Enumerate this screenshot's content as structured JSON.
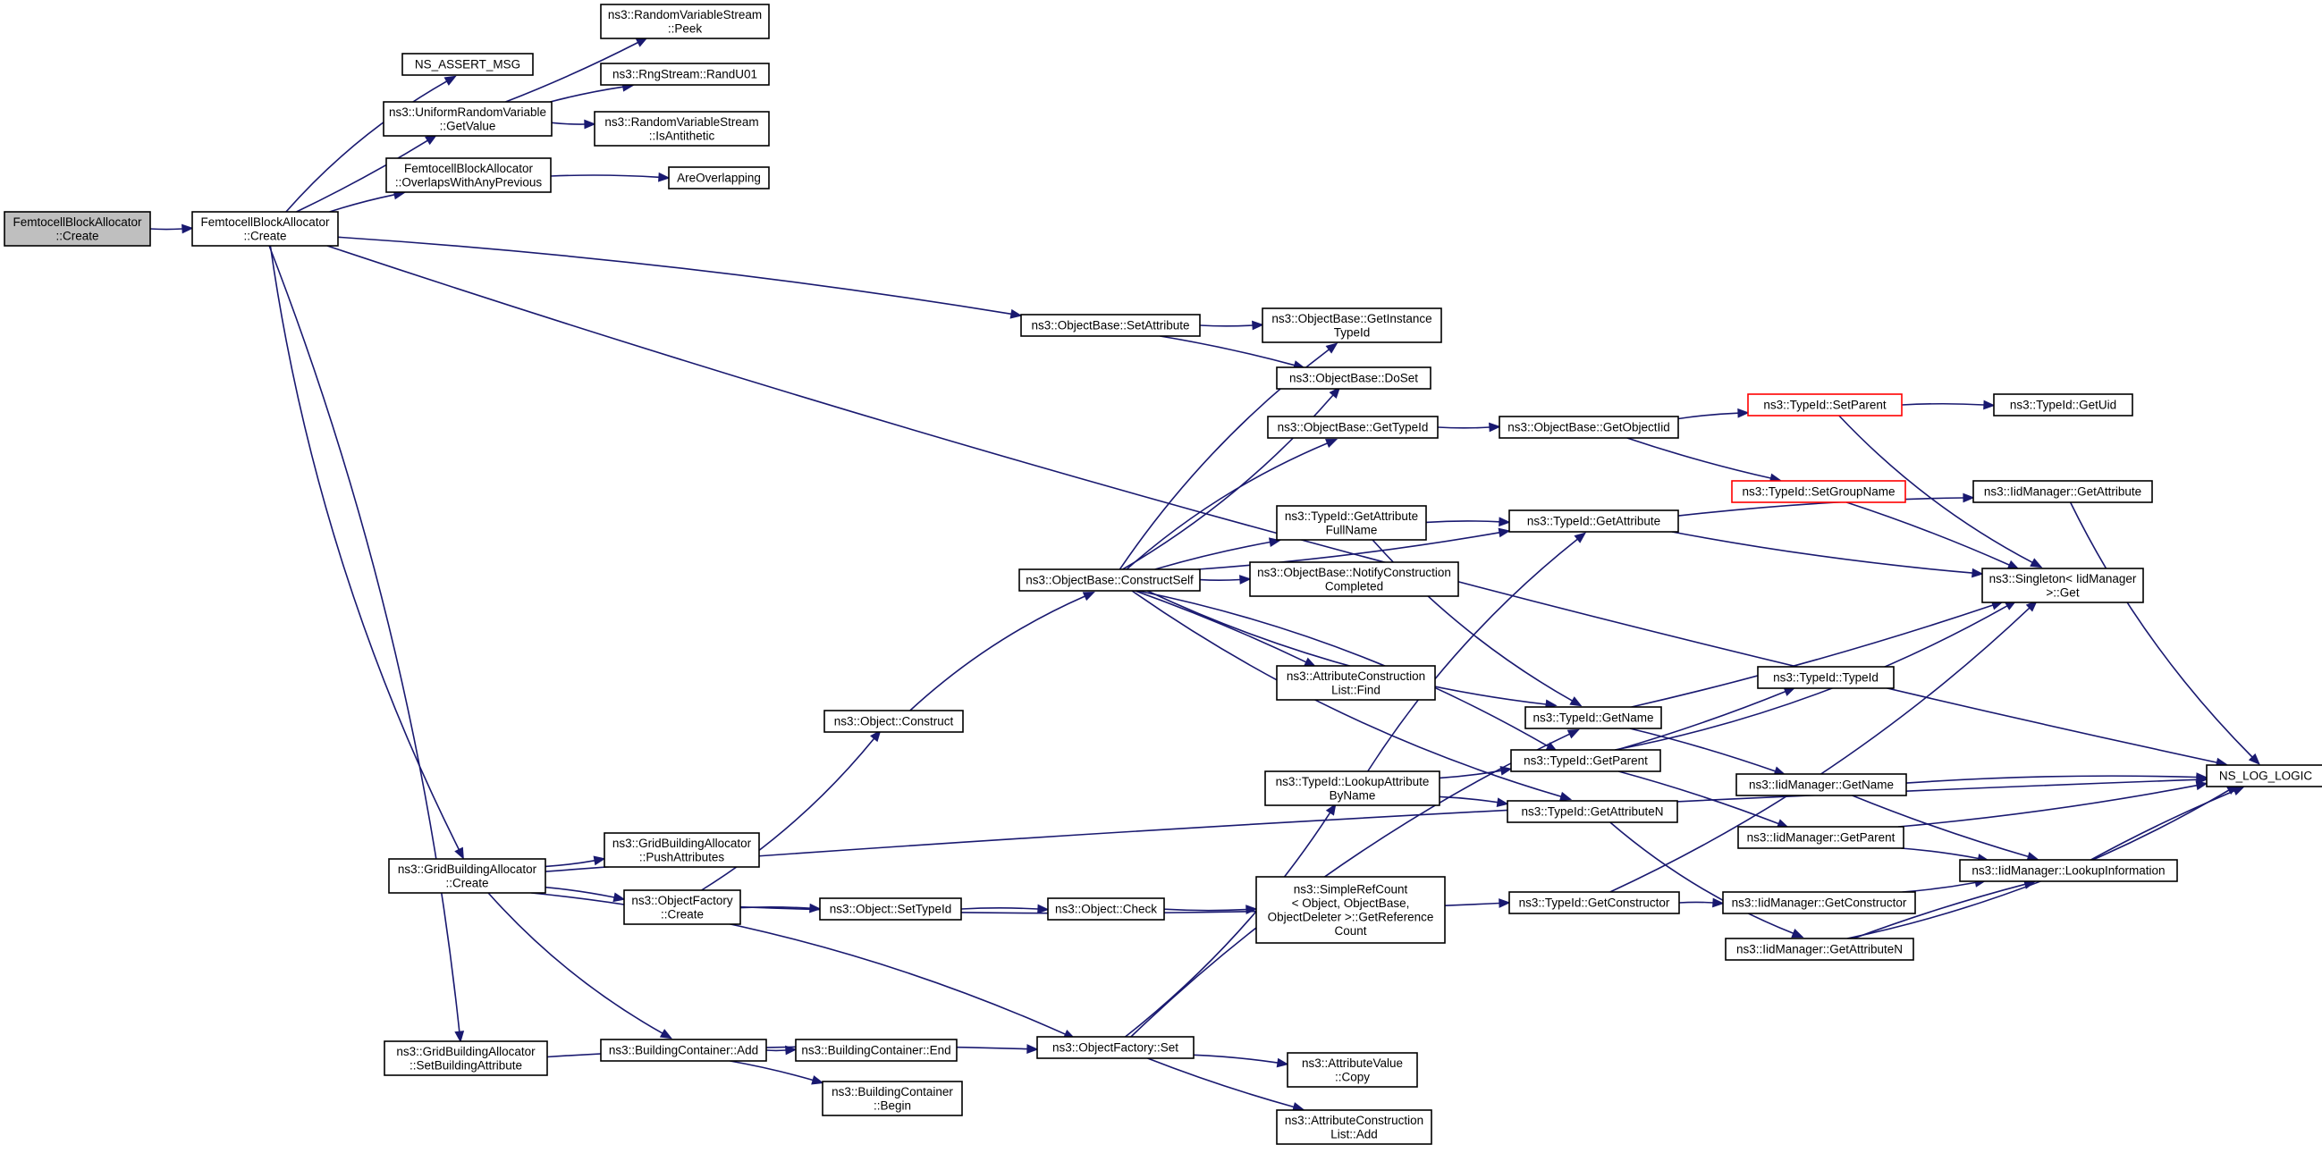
{
  "diagram": {
    "nodes": [
      {
        "id": "root",
        "lines": [
          "FemtocellBlockAllocator",
          "::Create"
        ],
        "root": true
      },
      {
        "id": "fba_create",
        "lines": [
          "FemtocellBlockAllocator",
          "::Create"
        ]
      },
      {
        "id": "ns_assert",
        "lines": [
          "NS_ASSERT_MSG"
        ]
      },
      {
        "id": "urv_getvalue",
        "lines": [
          "ns3::UniformRandomVariable",
          "::GetValue"
        ]
      },
      {
        "id": "rvs_peek",
        "lines": [
          "ns3::RandomVariableStream",
          "::Peek"
        ]
      },
      {
        "id": "rng_randu01",
        "lines": [
          "ns3::RngStream::RandU01"
        ]
      },
      {
        "id": "rvs_isanti",
        "lines": [
          "ns3::RandomVariableStream",
          "::IsAntithetic"
        ]
      },
      {
        "id": "fba_overlaps",
        "lines": [
          "FemtocellBlockAllocator",
          "::OverlapsWithAnyPrevious"
        ]
      },
      {
        "id": "areoverlapping",
        "lines": [
          "AreOverlapping"
        ]
      },
      {
        "id": "ns_log_logic",
        "lines": [
          "NS_LOG_LOGIC"
        ]
      },
      {
        "id": "ob_setattribute",
        "lines": [
          "ns3::ObjectBase::SetAttribute"
        ]
      },
      {
        "id": "ob_getinstance",
        "lines": [
          "ns3::ObjectBase::GetInstance",
          "TypeId"
        ]
      },
      {
        "id": "ob_doset",
        "lines": [
          "ns3::ObjectBase::DoSet"
        ]
      },
      {
        "id": "ob_gettypeid",
        "lines": [
          "ns3::ObjectBase::GetTypeId"
        ]
      },
      {
        "id": "ob_getobjectiid",
        "lines": [
          "ns3::ObjectBase::GetObjectIid"
        ]
      },
      {
        "id": "tid_setparent",
        "lines": [
          "ns3::TypeId::SetParent"
        ],
        "truncated": true
      },
      {
        "id": "tid_getuid",
        "lines": [
          "ns3::TypeId::GetUid"
        ]
      },
      {
        "id": "tid_setgroupname",
        "lines": [
          "ns3::TypeId::SetGroupName"
        ],
        "truncated": true
      },
      {
        "id": "iid_getattribute",
        "lines": [
          "ns3::IidManager::GetAttribute"
        ]
      },
      {
        "id": "tid_getattrfullname",
        "lines": [
          "ns3::TypeId::GetAttribute",
          "FullName"
        ]
      },
      {
        "id": "tid_getattribute",
        "lines": [
          "ns3::TypeId::GetAttribute"
        ]
      },
      {
        "id": "singleton_get",
        "lines": [
          "ns3::Singleton< IidManager",
          " >::Get"
        ]
      },
      {
        "id": "ob_constructself",
        "lines": [
          "ns3::ObjectBase::ConstructSelf"
        ]
      },
      {
        "id": "ob_notify",
        "lines": [
          "ns3::ObjectBase::NotifyConstruction",
          "Completed"
        ]
      },
      {
        "id": "acl_find",
        "lines": [
          "ns3::AttributeConstruction",
          "List::Find"
        ]
      },
      {
        "id": "tid_typeid",
        "lines": [
          "ns3::TypeId::TypeId"
        ]
      },
      {
        "id": "obj_construct",
        "lines": [
          "ns3::Object::Construct"
        ]
      },
      {
        "id": "tid_getname",
        "lines": [
          "ns3::TypeId::GetName"
        ]
      },
      {
        "id": "tid_lookupattr",
        "lines": [
          "ns3::TypeId::LookupAttribute",
          "ByName"
        ]
      },
      {
        "id": "tid_getparent",
        "lines": [
          "ns3::TypeId::GetParent"
        ]
      },
      {
        "id": "iid_getname",
        "lines": [
          "ns3::IidManager::GetName"
        ]
      },
      {
        "id": "tid_getattributen",
        "lines": [
          "ns3::TypeId::GetAttributeN"
        ]
      },
      {
        "id": "iid_getparent",
        "lines": [
          "ns3::IidManager::GetParent"
        ]
      },
      {
        "id": "iid_lookupinfo",
        "lines": [
          "ns3::IidManager::LookupInformation"
        ]
      },
      {
        "id": "gba_pushattr",
        "lines": [
          "ns3::GridBuildingAllocator",
          "::PushAttributes"
        ]
      },
      {
        "id": "gba_create",
        "lines": [
          "ns3::GridBuildingAllocator",
          "::Create"
        ]
      },
      {
        "id": "of_create",
        "lines": [
          "ns3::ObjectFactory",
          "::Create"
        ]
      },
      {
        "id": "obj_settypeid",
        "lines": [
          "ns3::Object::SetTypeId"
        ]
      },
      {
        "id": "obj_check",
        "lines": [
          "ns3::Object::Check"
        ]
      },
      {
        "id": "srefcount",
        "lines": [
          "ns3::SimpleRefCount",
          "< Object, ObjectBase,",
          " ObjectDeleter >::GetReference",
          "Count"
        ]
      },
      {
        "id": "tid_getconstructor",
        "lines": [
          "ns3::TypeId::GetConstructor"
        ]
      },
      {
        "id": "iid_getconstructor",
        "lines": [
          "ns3::IidManager::GetConstructor"
        ]
      },
      {
        "id": "iid_getattributen",
        "lines": [
          "ns3::IidManager::GetAttributeN"
        ]
      },
      {
        "id": "gba_setbuildattr",
        "lines": [
          "ns3::GridBuildingAllocator",
          "::SetBuildingAttribute"
        ]
      },
      {
        "id": "bc_add",
        "lines": [
          "ns3::BuildingContainer::Add"
        ]
      },
      {
        "id": "bc_end",
        "lines": [
          "ns3::BuildingContainer::End"
        ]
      },
      {
        "id": "bc_begin",
        "lines": [
          "ns3::BuildingContainer",
          "::Begin"
        ]
      },
      {
        "id": "of_set",
        "lines": [
          "ns3::ObjectFactory::Set"
        ]
      },
      {
        "id": "av_copy",
        "lines": [
          "ns3::AttributeValue",
          "::Copy"
        ]
      },
      {
        "id": "acl_add",
        "lines": [
          "ns3::AttributeConstruction",
          "List::Add"
        ]
      }
    ],
    "edges": [
      [
        "root",
        "fba_create"
      ],
      [
        "fba_create",
        "ns_assert"
      ],
      [
        "fba_create",
        "urv_getvalue"
      ],
      [
        "fba_create",
        "fba_overlaps"
      ],
      [
        "fba_create",
        "ns_log_logic"
      ],
      [
        "fba_create",
        "ob_setattribute"
      ],
      [
        "fba_create",
        "gba_create"
      ],
      [
        "fba_create",
        "gba_setbuildattr"
      ],
      [
        "urv_getvalue",
        "rvs_peek"
      ],
      [
        "urv_getvalue",
        "rng_randu01"
      ],
      [
        "urv_getvalue",
        "rvs_isanti"
      ],
      [
        "fba_overlaps",
        "areoverlapping"
      ],
      [
        "ob_setattribute",
        "ob_getinstance"
      ],
      [
        "ob_setattribute",
        "ob_doset"
      ],
      [
        "ob_gettypeid",
        "ob_getobjectiid"
      ],
      [
        "ob_getobjectiid",
        "tid_setparent"
      ],
      [
        "ob_getobjectiid",
        "tid_setgroupname"
      ],
      [
        "tid_setparent",
        "tid_getuid"
      ],
      [
        "tid_setparent",
        "singleton_get"
      ],
      [
        "tid_setgroupname",
        "singleton_get"
      ],
      [
        "iid_getattribute",
        "ns_log_logic"
      ],
      [
        "tid_getattribute",
        "iid_getattribute"
      ],
      [
        "tid_getattribute",
        "singleton_get"
      ],
      [
        "tid_getattrfullname",
        "tid_getattribute"
      ],
      [
        "tid_getattrfullname",
        "tid_getname"
      ],
      [
        "ob_constructself",
        "ob_getinstance"
      ],
      [
        "ob_constructself",
        "ob_doset"
      ],
      [
        "ob_constructself",
        "ob_gettypeid"
      ],
      [
        "ob_constructself",
        "tid_getattribute"
      ],
      [
        "ob_constructself",
        "tid_getattrfullname"
      ],
      [
        "ob_constructself",
        "ob_notify"
      ],
      [
        "ob_constructself",
        "acl_find"
      ],
      [
        "ob_constructself",
        "tid_getname"
      ],
      [
        "ob_constructself",
        "tid_getparent"
      ],
      [
        "ob_constructself",
        "tid_getattributen"
      ],
      [
        "obj_construct",
        "ob_constructself"
      ],
      [
        "tid_getname",
        "singleton_get"
      ],
      [
        "tid_getname",
        "iid_getname"
      ],
      [
        "tid_getparent",
        "singleton_get"
      ],
      [
        "tid_getparent",
        "iid_getparent"
      ],
      [
        "tid_getparent",
        "tid_typeid"
      ],
      [
        "tid_lookupattr",
        "tid_getattribute"
      ],
      [
        "tid_lookupattr",
        "tid_getparent"
      ],
      [
        "tid_lookupattr",
        "tid_getattributen"
      ],
      [
        "tid_getattributen",
        "iid_getattributen"
      ],
      [
        "iid_getname",
        "ns_log_logic"
      ],
      [
        "iid_getname",
        "iid_lookupinfo"
      ],
      [
        "iid_getparent",
        "iid_lookupinfo"
      ],
      [
        "iid_getparent",
        "ns_log_logic"
      ],
      [
        "iid_lookupinfo",
        "ns_log_logic"
      ],
      [
        "iid_getconstructor",
        "iid_lookupinfo"
      ],
      [
        "iid_getattributen",
        "iid_lookupinfo"
      ],
      [
        "iid_getattributen",
        "ns_log_logic"
      ],
      [
        "gba_create",
        "ns_log_logic"
      ],
      [
        "gba_create",
        "gba_pushattr"
      ],
      [
        "gba_create",
        "of_create"
      ],
      [
        "gba_create",
        "bc_add"
      ],
      [
        "gba_create",
        "of_set"
      ],
      [
        "of_create",
        "obj_construct"
      ],
      [
        "of_create",
        "obj_settypeid"
      ],
      [
        "of_create",
        "tid_getconstructor"
      ],
      [
        "obj_settypeid",
        "obj_check"
      ],
      [
        "obj_check",
        "srefcount"
      ],
      [
        "tid_getconstructor",
        "iid_getconstructor"
      ],
      [
        "tid_getconstructor",
        "singleton_get"
      ],
      [
        "gba_setbuildattr",
        "of_set"
      ],
      [
        "bc_add",
        "bc_end"
      ],
      [
        "bc_add",
        "bc_begin"
      ],
      [
        "of_set",
        "tid_lookupattr"
      ],
      [
        "of_set",
        "av_copy"
      ],
      [
        "of_set",
        "acl_add"
      ],
      [
        "of_set",
        "tid_getname"
      ]
    ]
  }
}
